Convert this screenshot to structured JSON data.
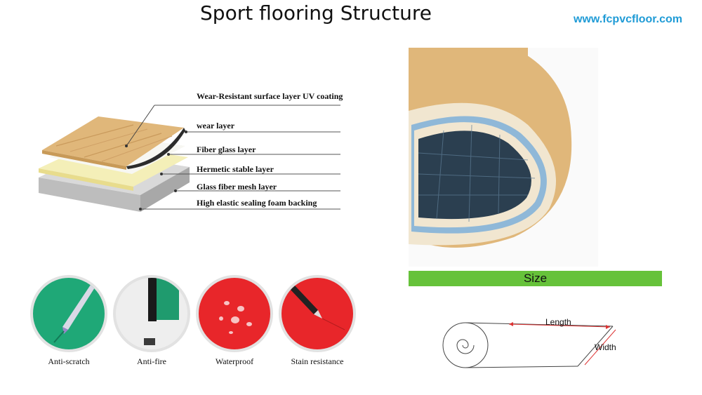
{
  "header": {
    "title": "Sport flooring Structure",
    "website": "www.fcpvcfloor.com"
  },
  "layers": [
    "Wear-Resistant surface layer UV coating",
    "wear layer",
    "Fiber glass layer",
    "Hermetic stable layer",
    "Glass fiber mesh layer",
    "High elastic sealing foam backing"
  ],
  "features": [
    {
      "label": "Anti-scratch",
      "color": "#1fa877",
      "icon": "knife-on-green-surface"
    },
    {
      "label": "Anti-fire",
      "color": "#eeeeee",
      "icon": "burn-test-on-sample"
    },
    {
      "label": "Waterproof",
      "color": "#e8262a",
      "icon": "water-drops-on-red-surface"
    },
    {
      "label": "Stain resistance",
      "color": "#e8262a",
      "icon": "pen-on-red-surface"
    }
  ],
  "size": {
    "label": "Size",
    "length_label": "Length",
    "width_label": "Width",
    "bar_color": "#66c23a"
  },
  "colors": {
    "website": "#1f9bd6",
    "wood": "#e0b77a",
    "foam": "#f1e6d0",
    "mesh_blue": "#8fb8d8"
  }
}
